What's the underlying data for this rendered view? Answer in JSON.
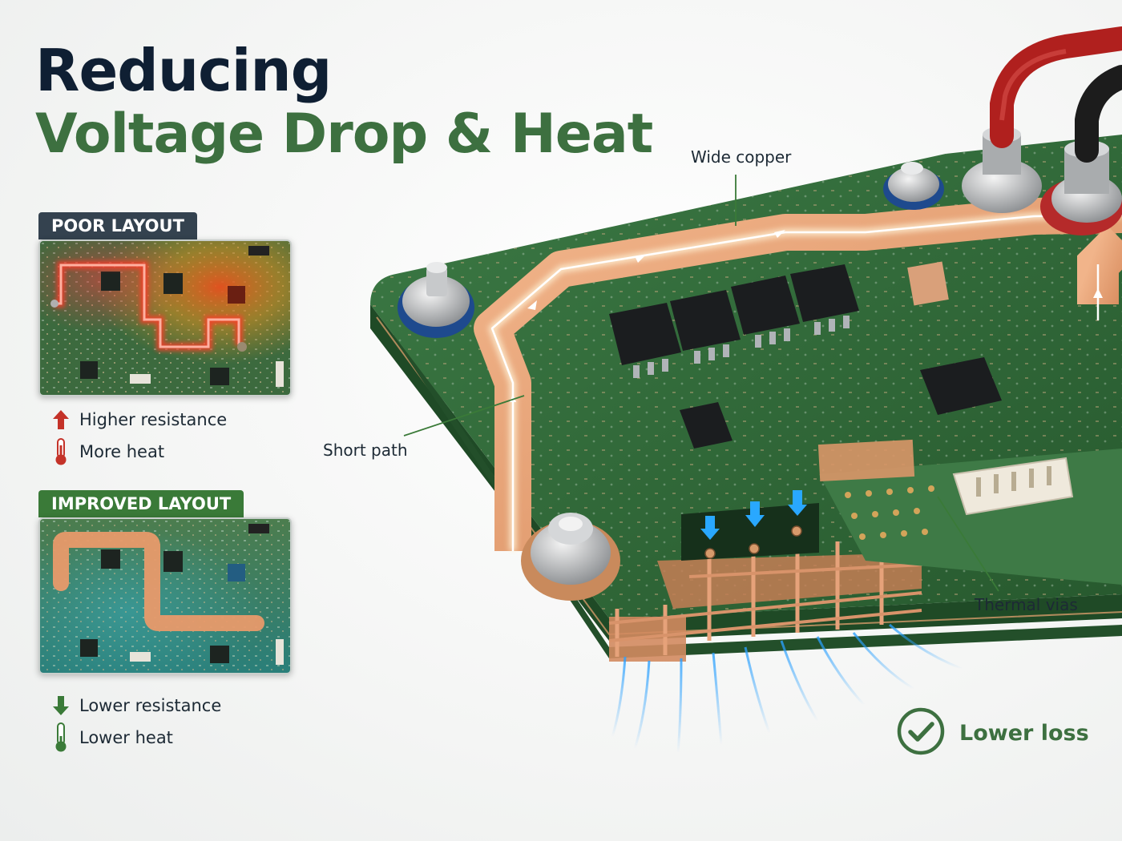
{
  "title": {
    "line1": "Reducing",
    "line2": "Voltage Drop & Heat"
  },
  "poor": {
    "tag": "POOR LAYOUT",
    "items": [
      {
        "icon": "arrow-up-icon",
        "text": "Higher resistance"
      },
      {
        "icon": "thermometer-hot-icon",
        "text": "More heat"
      }
    ]
  },
  "improved": {
    "tag": "IMPROVED LAYOUT",
    "items": [
      {
        "icon": "arrow-down-icon",
        "text": "Lower resistance"
      },
      {
        "icon": "thermometer-cool-icon",
        "text": "Lower heat"
      }
    ]
  },
  "callouts": {
    "wide_copper": "Wide copper",
    "short_path": "Short path",
    "thermal_vias": "Thermal vias"
  },
  "badge": {
    "icon": "check-circle-icon",
    "text": "Lower loss"
  },
  "colors": {
    "title_dark": "#0f1f33",
    "title_green": "#3d7040",
    "poor_tag": "#34424f",
    "good_tag": "#3a7a38",
    "hot_red": "#e03a2a",
    "copper": "#e8a073",
    "pcb_green": "#2f6b37",
    "flow_blue": "#29a8ff"
  }
}
